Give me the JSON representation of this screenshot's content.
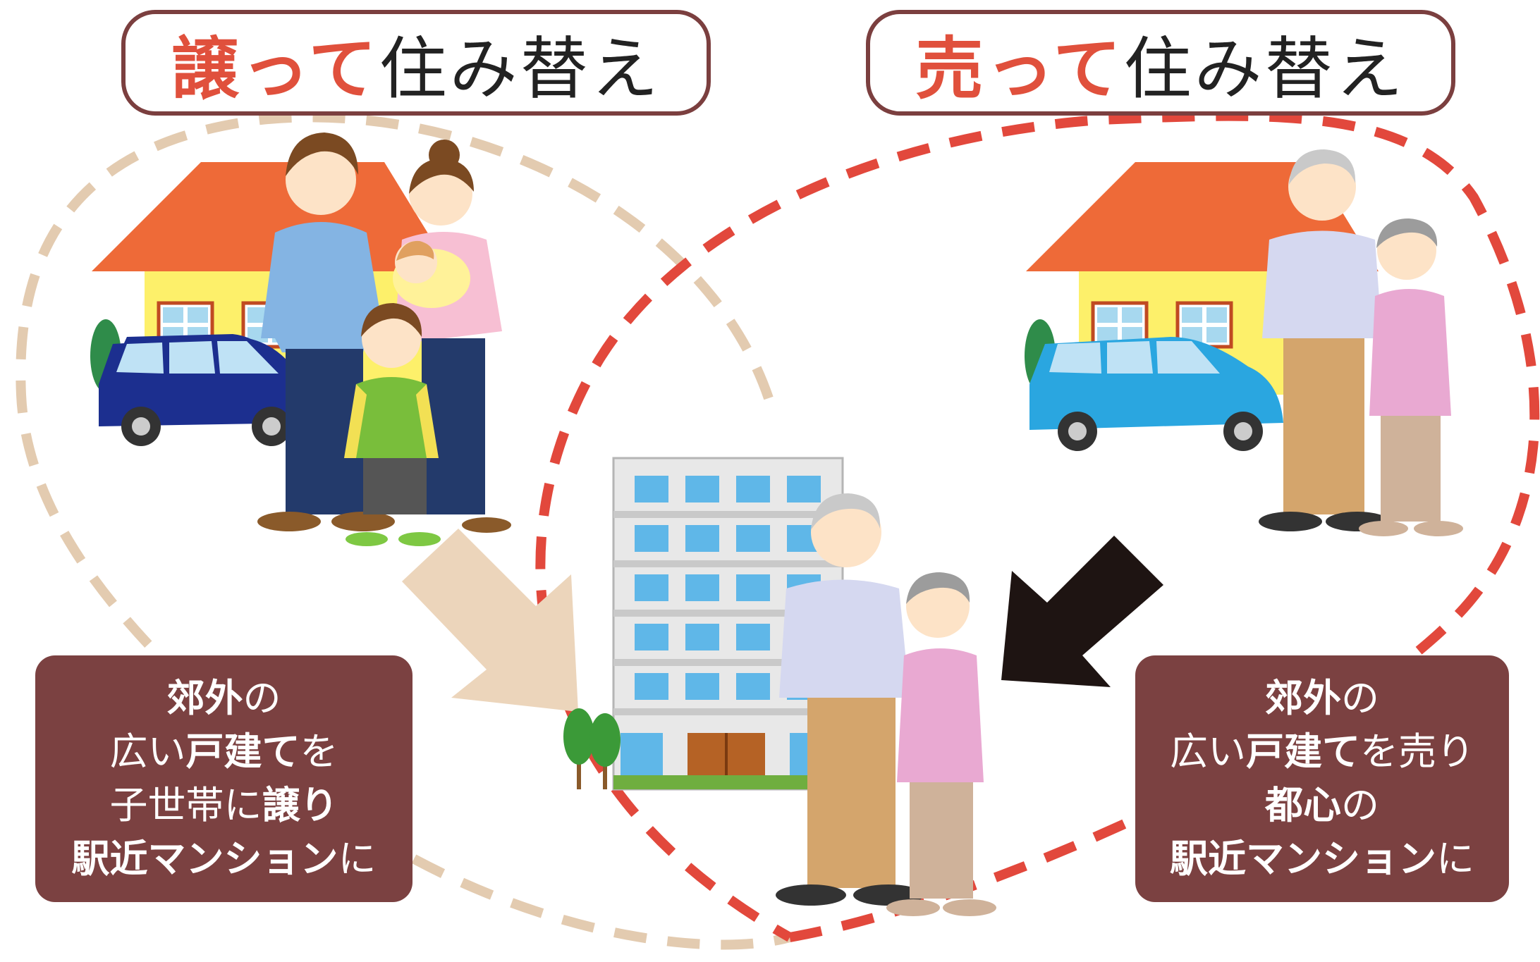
{
  "left_title": {
    "highlight": "譲って",
    "rest": "住み替え"
  },
  "right_title": {
    "highlight": "売って",
    "rest": "住み替え"
  },
  "left_box": {
    "lines": [
      [
        {
          "t": "郊外",
          "b": true
        },
        {
          "t": "の",
          "b": false
        }
      ],
      [
        {
          "t": "広い",
          "b": false
        },
        {
          "t": "戸建て",
          "b": true
        },
        {
          "t": "を",
          "b": false
        }
      ],
      [
        {
          "t": "子世帯に",
          "b": false
        },
        {
          "t": "譲り",
          "b": true
        }
      ],
      [
        {
          "t": "駅近マンション",
          "b": true
        },
        {
          "t": "に",
          "b": false
        }
      ]
    ]
  },
  "right_box": {
    "lines": [
      [
        {
          "t": "郊外",
          "b": true
        },
        {
          "t": "の",
          "b": false
        }
      ],
      [
        {
          "t": "広い",
          "b": false
        },
        {
          "t": "戸建て",
          "b": true
        },
        {
          "t": "を売り",
          "b": false
        }
      ],
      [
        {
          "t": "都心",
          "b": true
        },
        {
          "t": "の",
          "b": false
        }
      ],
      [
        {
          "t": "駅近マンション",
          "b": true
        },
        {
          "t": "に",
          "b": false
        }
      ]
    ]
  },
  "colors": {
    "left_loop": "#e3cbb0",
    "right_loop": "#e2483c",
    "box_bg": "#7b4141",
    "title_border": "#7b3f3f",
    "title_highlight": "#e0503c",
    "roof": "#ee6a38",
    "wall": "#fdf06a",
    "arrow_left": "#ecd5bb",
    "arrow_right": "#1e1412"
  }
}
